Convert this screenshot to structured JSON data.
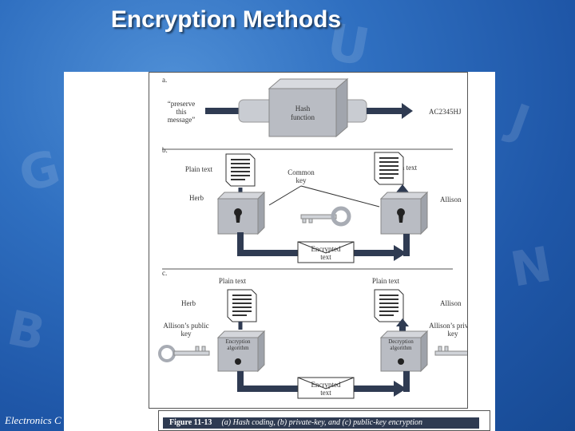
{
  "slide": {
    "title": "Encryption Methods",
    "footer": "Electronics C"
  },
  "figure": {
    "a": {
      "label": "a.",
      "input_lines": [
        "“preserve",
        "this",
        "message”"
      ],
      "box_label_lines": [
        "Hash",
        "function"
      ],
      "output": "AC2345HJ"
    },
    "b": {
      "label": "b.",
      "plain_left": "Plain text",
      "plain_right": "Plain text",
      "sender": "Herb",
      "receiver": "Allison",
      "key_label_lines": [
        "Common",
        "key"
      ],
      "envelope_lines": [
        "Encrypted",
        "text"
      ]
    },
    "c": {
      "label": "c.",
      "plain_left": "Plain text",
      "plain_right": "Plain text",
      "sender": "Herb",
      "receiver": "Allison",
      "left_key_lines": [
        "Allison’s public",
        "key"
      ],
      "right_key_lines": [
        "Allison’s private",
        "key"
      ],
      "enc_lines": [
        "Encryption",
        "algorithm"
      ],
      "dec_lines": [
        "Decryption",
        "algorithm"
      ],
      "envelope_lines": [
        "Encrypted",
        "text"
      ]
    },
    "caption_number": "Figure 11-13",
    "caption_text": "(a) Hash coding, (b) private-key, and (c) public-key encryption"
  },
  "colors": {
    "background": "#2f6fc0",
    "box_gray": "#b9bcc3",
    "arrow_navy": "#2f3b52"
  }
}
